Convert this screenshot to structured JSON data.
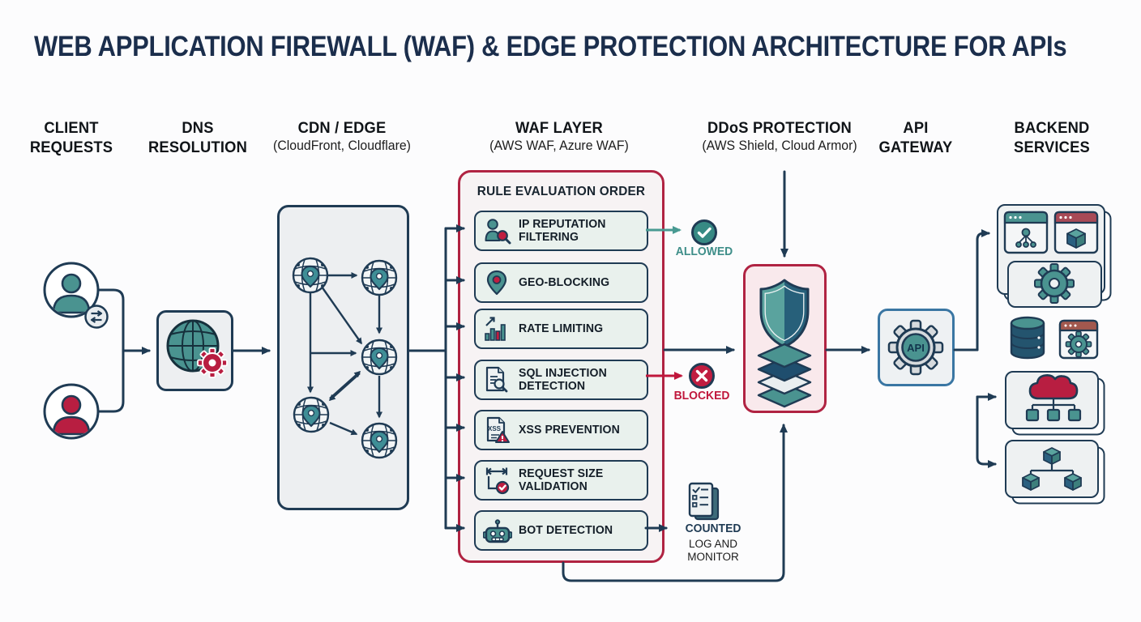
{
  "title": "WEB APPLICATION FIREWALL (WAF) & EDGE PROTECTION ARCHITECTURE FOR APIs",
  "headers": [
    {
      "title": "CLIENT\nREQUESTS",
      "subtitle": ""
    },
    {
      "title": "DNS\nRESOLUTION",
      "subtitle": ""
    },
    {
      "title": "CDN / EDGE",
      "subtitle": "(CloudFront, Cloudflare)"
    },
    {
      "title": "WAF LAYER",
      "subtitle": "(AWS WAF, Azure WAF)"
    },
    {
      "title": "DDoS PROTECTION",
      "subtitle": "(AWS Shield, Cloud Armor)"
    },
    {
      "title": "API\nGATEWAY",
      "subtitle": ""
    },
    {
      "title": "BACKEND\nSERVICES",
      "subtitle": ""
    }
  ],
  "waf": {
    "panel_title": "RULE EVALUATION ORDER",
    "rules": [
      {
        "label": "IP REPUTATION\nFILTERING",
        "icon": "user-magnifier-icon"
      },
      {
        "label": "GEO-BLOCKING",
        "icon": "map-pin-icon"
      },
      {
        "label": "RATE LIMITING",
        "icon": "bar-chart-icon"
      },
      {
        "label": "SQL INJECTION\nDETECTION",
        "icon": "document-search-icon"
      },
      {
        "label": "XSS PREVENTION",
        "icon": "xss-document-icon",
        "icon_text": "XSS"
      },
      {
        "label": "REQUEST SIZE\nVALIDATION",
        "icon": "size-check-icon"
      },
      {
        "label": "BOT DETECTION",
        "icon": "robot-icon"
      }
    ]
  },
  "outcomes": {
    "allowed": {
      "label": "ALLOWED",
      "icon": "check-circle-icon",
      "color": "#3e8e89"
    },
    "blocked": {
      "label": "BLOCKED",
      "icon": "x-circle-icon",
      "color": "#c0173c"
    },
    "counted": {
      "label": "COUNTED",
      "sublabel": "LOG AND\nMONITOR",
      "icon": "checklist-icon",
      "color": "#1f3b54"
    }
  },
  "api_gateway": {
    "badge_text": "API"
  },
  "client": {
    "icons": [
      "user-teal-icon",
      "exchange-badge-icon",
      "user-red-icon"
    ]
  },
  "dns": {
    "icon": "globe-gear-icon"
  },
  "cdn": {
    "icon": "globe-pin-network-icon"
  },
  "ddos": {
    "icons": [
      "shield-icon",
      "layer-stack-icon"
    ]
  },
  "backend": {
    "icons": [
      "browser-hub-icon",
      "browser-cube-icon",
      "gear-icon",
      "database-icon",
      "browser-gear-icon",
      "cloud-tree-icon",
      "cube-tree-icon"
    ]
  },
  "colors": {
    "navy": "#1f3b54",
    "teal": "#489a92",
    "crimson": "#b81e41",
    "waf_border": "#b02342",
    "box_bg": "#edeff1",
    "rule_bg": "#e9f1ed",
    "waf_bg": "#f7f3f4",
    "ddos_bg": "#f9e9ec",
    "api_border": "#3a76a3",
    "allowed_text": "#3e8e89",
    "blocked_text": "#c0173c"
  }
}
